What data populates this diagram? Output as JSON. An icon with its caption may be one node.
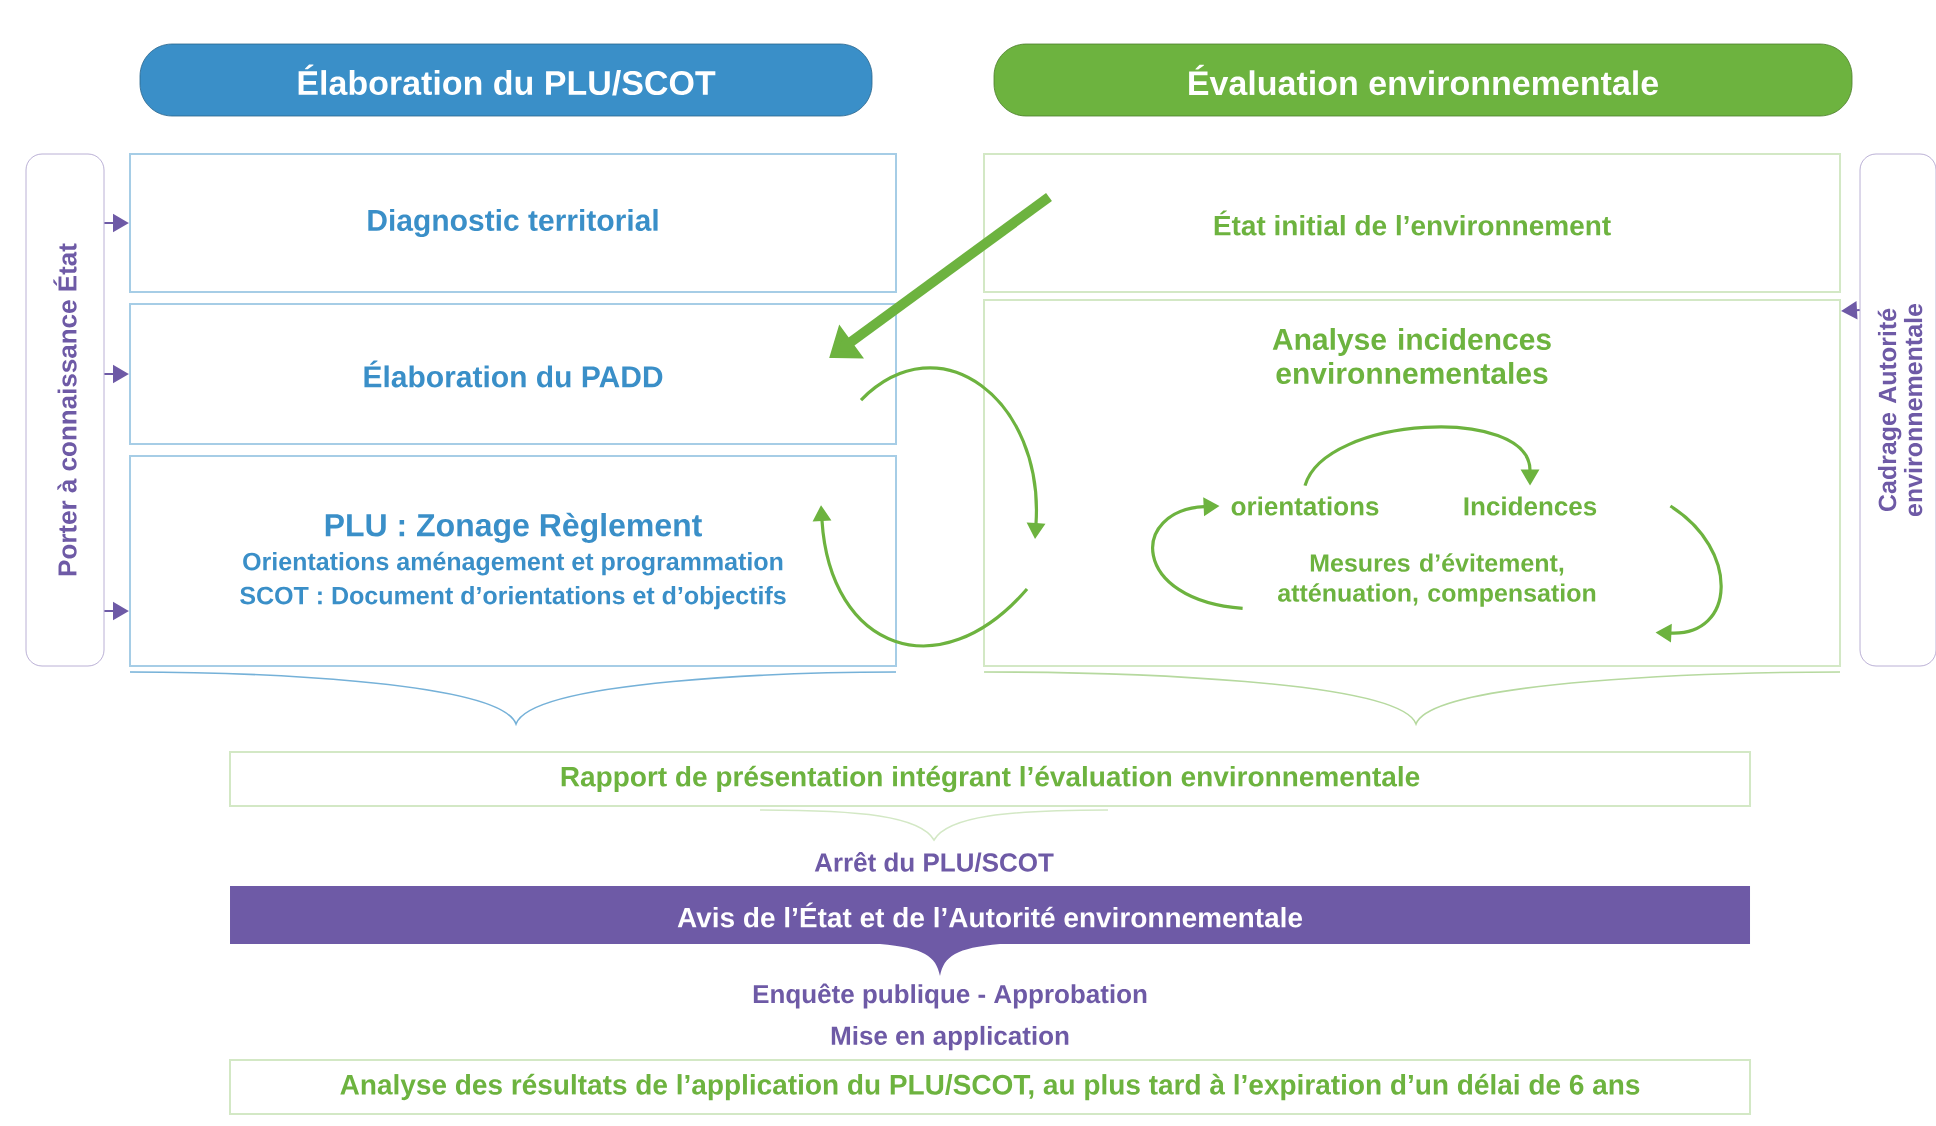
{
  "diagram": {
    "nodes": [
      {
        "text": [
          "Élaboration du PLU/SCOT"
        ]
      },
      {
        "text": [
          "Évaluation environnementale"
        ]
      },
      {
        "text": [
          "Porter à connaissance État"
        ]
      },
      {
        "text": [
          "Diagnostic territorial"
        ]
      },
      {
        "text": [
          "Élaboration du PADD"
        ]
      },
      {
        "text": [
          "PLU : Zonage Règlement",
          "Orientations aménagement et programmation",
          "SCOT : Document d’orientations et d’objectifs"
        ]
      },
      {
        "text": [
          "État initial de l’environnement"
        ]
      },
      {
        "text": [
          "Analyse incidences environnementales"
        ]
      },
      {
        "text": [
          "orientations"
        ],
        "in": 7
      },
      {
        "text": [
          "Incidences"
        ],
        "in": 7
      },
      {
        "text": [
          "Mesures d’évitement, atténuation, compensation"
        ],
        "in": 7
      },
      {
        "text": [
          "Cadrage Autorité environnementale"
        ]
      },
      {
        "text": [
          "Rapport de présentation intégrant l’évaluation environnementale"
        ]
      },
      {
        "text": [
          "Avis de l’État et de l’Autorité environnementale"
        ]
      },
      {
        "text": [
          "Analyse des résultats de l’application du PLU/SCOT, au plus tard à l’expiration d’un délai de 6 ans"
        ]
      }
    ],
    "edges": [
      {
        "from": 2,
        "to": 3,
        "arrow": "to",
        "color": "#6e5aa6"
      },
      {
        "from": 2,
        "to": 4,
        "arrow": "to",
        "color": "#6e5aa6"
      },
      {
        "from": 2,
        "to": 5,
        "arrow": "to",
        "color": "#6e5aa6"
      },
      {
        "from": 11,
        "to": 7,
        "arrow": "to",
        "color": "#6e5aa6"
      },
      {
        "from": 6,
        "to": 4,
        "arrow": "to",
        "style": "thick"
      },
      {
        "from": 4,
        "to": 7,
        "arrow": "to"
      },
      {
        "from": 7,
        "to": 5,
        "arrow": "to"
      },
      {
        "from": 8,
        "to": 9,
        "arrow": "to"
      },
      {
        "from": 9,
        "to": 10,
        "arrow": "to"
      },
      {
        "from": 10,
        "to": 8,
        "arrow": "to"
      }
    ],
    "labels": [
      "Arrêt du PLU/SCOT",
      "Enquête publique  -  Approbation",
      "Mise en application"
    ]
  }
}
